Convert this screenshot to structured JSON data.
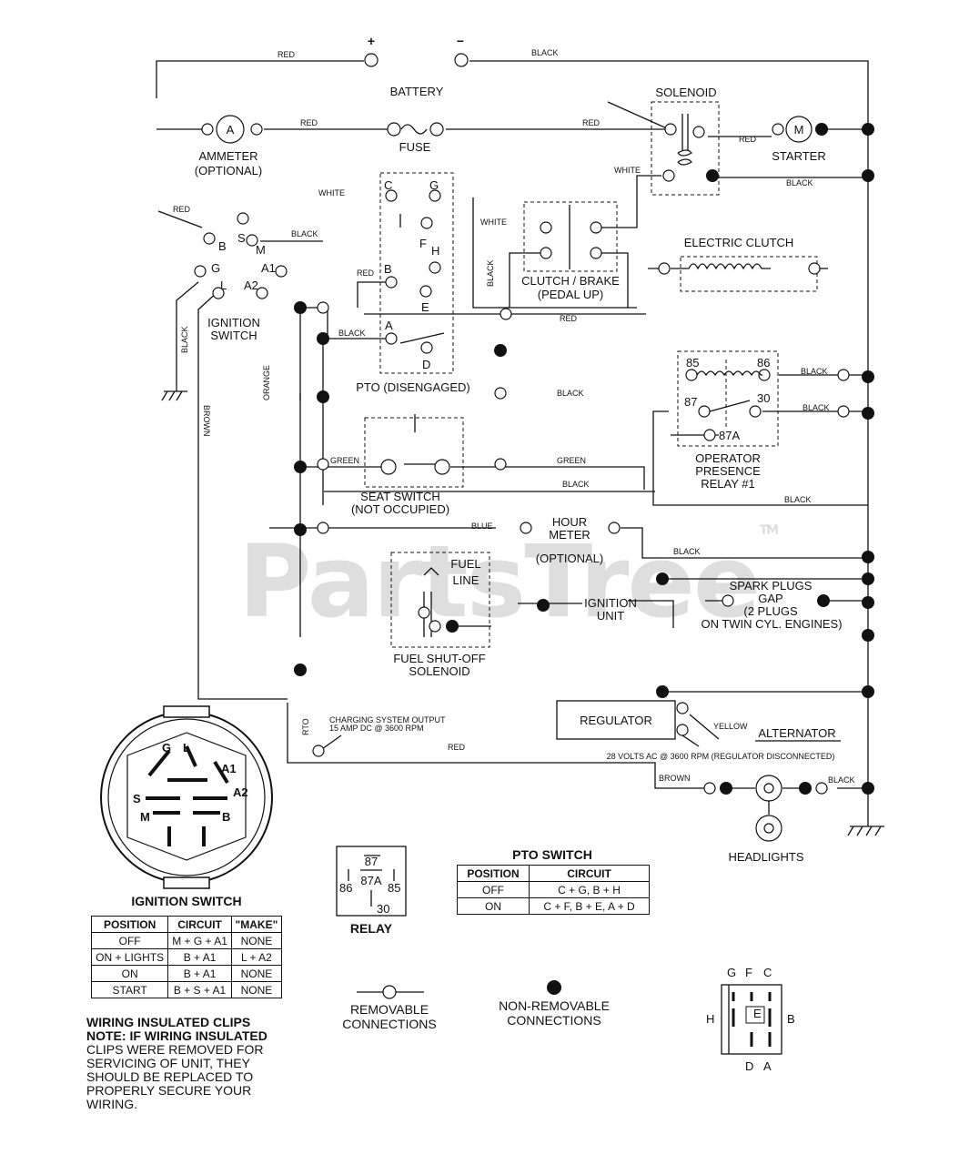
{
  "wire_colors": {
    "red": "RED",
    "black": "BLACK",
    "white": "WHITE",
    "green": "GREEN",
    "blue": "BLUE",
    "brown": "BROWN",
    "orange": "ORANGE",
    "yellow": "YELLOW",
    "rto": "RTO"
  },
  "battery": {
    "label": "BATTERY",
    "plus": "+",
    "minus": "−"
  },
  "ammeter": {
    "label": "AMMETER",
    "optional": "(OPTIONAL)",
    "symbol": "A"
  },
  "fuse": {
    "label": "FUSE"
  },
  "solenoid": {
    "label": "SOLENOID"
  },
  "starter": {
    "label": "STARTER",
    "symbol": "M"
  },
  "ignition_switch_terminals": {
    "b": "B",
    "s": "S",
    "m": "M",
    "g": "G",
    "a1": "A1",
    "l": "L",
    "a2": "A2"
  },
  "ignition_switch_label": [
    "IGNITION",
    "SWITCH"
  ],
  "pto_terminals": {
    "c": "C",
    "g": "G",
    "f": "F",
    "h": "H",
    "b": "B",
    "e": "E",
    "a": "A",
    "d": "D"
  },
  "pto_label": "PTO (DISENGAGED)",
  "clutch_brake": [
    "CLUTCH / BRAKE",
    "(PEDAL UP)"
  ],
  "electric_clutch": "ELECTRIC CLUTCH",
  "relay_terminals": {
    "t85": "85",
    "t86": "86",
    "t87": "87",
    "t30": "30",
    "t87a": "87A"
  },
  "operator_relay": [
    "OPERATOR",
    "PRESENCE",
    "RELAY #1"
  ],
  "seat_switch": [
    "SEAT SWITCH",
    "(NOT OCCUPIED)"
  ],
  "hour_meter": [
    "HOUR",
    "METER",
    "(OPTIONAL)"
  ],
  "fuel_line": [
    "FUEL",
    "LINE"
  ],
  "fuel_solenoid": [
    "FUEL SHUT-OFF",
    "SOLENOID"
  ],
  "ignition_unit": [
    "IGNITION",
    "UNIT"
  ],
  "spark_plugs": [
    "SPARK PLUGS",
    "GAP",
    "(2 PLUGS",
    "ON TWIN CYL. ENGINES)"
  ],
  "regulator": "REGULATOR",
  "alternator": "ALTERNATOR",
  "charging_note": [
    "CHARGING SYSTEM OUTPUT",
    "15 AMP DC @ 3600 RPM"
  ],
  "alternator_note": "28 VOLTS AC @ 3600 RPM (REGULATOR DISCONNECTED)",
  "headlights": "HEADLIGHTS",
  "ignition_face": {
    "g": "G",
    "l": "L",
    "a1": "A1",
    "s": "S",
    "a2": "A2",
    "m": "M",
    "b": "B"
  },
  "ignition_table": {
    "title": "IGNITION SWITCH",
    "headers": [
      "POSITION",
      "CIRCUIT",
      "\"MAKE\""
    ],
    "rows": [
      [
        "OFF",
        "M + G + A1",
        "NONE"
      ],
      [
        "ON + LIGHTS",
        "B + A1",
        "L + A2"
      ],
      [
        "ON",
        "B + A1",
        "NONE"
      ],
      [
        "START",
        "B + S + A1",
        "NONE"
      ]
    ]
  },
  "relay_symbol": {
    "title": "RELAY",
    "t87": "87",
    "t87a": "87A",
    "t86": "86",
    "t85": "85",
    "t30": "30"
  },
  "pto_table": {
    "title": "PTO SWITCH",
    "headers": [
      "POSITION",
      "CIRCUIT"
    ],
    "rows": [
      [
        "OFF",
        "C + G, B + H"
      ],
      [
        "ON",
        "C + F, B + E, A + D"
      ]
    ]
  },
  "legend": {
    "removable": [
      "REMOVABLE",
      "CONNECTIONS"
    ],
    "non_removable": [
      "NON-REMOVABLE",
      "CONNECTIONS"
    ]
  },
  "pto_pinout": {
    "g": "G",
    "f": "F",
    "c": "C",
    "h": "H",
    "e": "E",
    "b": "B",
    "d": "D",
    "a": "A"
  },
  "wiring_note": {
    "title": "WIRING INSULATED CLIPS",
    "lines": [
      "NOTE: IF WIRING INSULATED",
      "CLIPS WERE REMOVED FOR",
      "SERVICING OF UNIT, THEY",
      "SHOULD BE REPLACED TO",
      "PROPERLY SECURE YOUR",
      "WIRING."
    ]
  },
  "watermark": {
    "text": "PartsTree",
    "tm": "TM"
  }
}
